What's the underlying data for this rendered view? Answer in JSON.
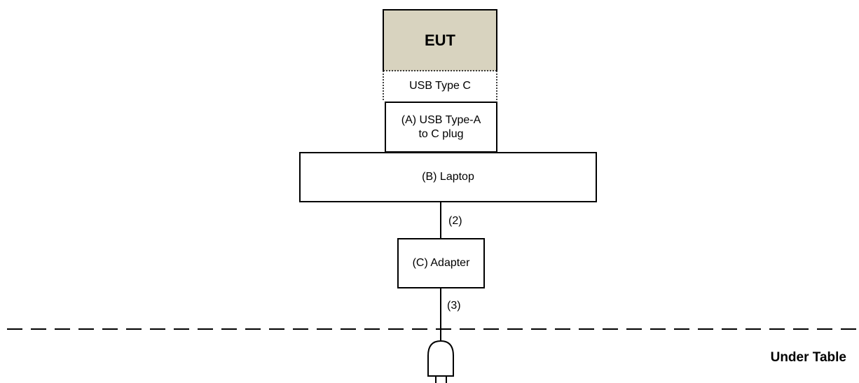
{
  "colors": {
    "eut_fill": "#d8d3bf",
    "line": "#000000",
    "background": "#ffffff"
  },
  "eut": {
    "label": "EUT"
  },
  "usb_port": {
    "label": "USB Type C"
  },
  "plug": {
    "line1": "(A) USB Type-A",
    "line2": "to C plug"
  },
  "laptop": {
    "label": "(B) Laptop"
  },
  "adapter": {
    "label": "(C) Adapter"
  },
  "cables": {
    "laptop_to_adapter": "(2)",
    "adapter_to_outlet": "(3)"
  },
  "table_boundary": {
    "label": "Under Table"
  },
  "icons": {
    "outlet": "power-plug-icon"
  }
}
